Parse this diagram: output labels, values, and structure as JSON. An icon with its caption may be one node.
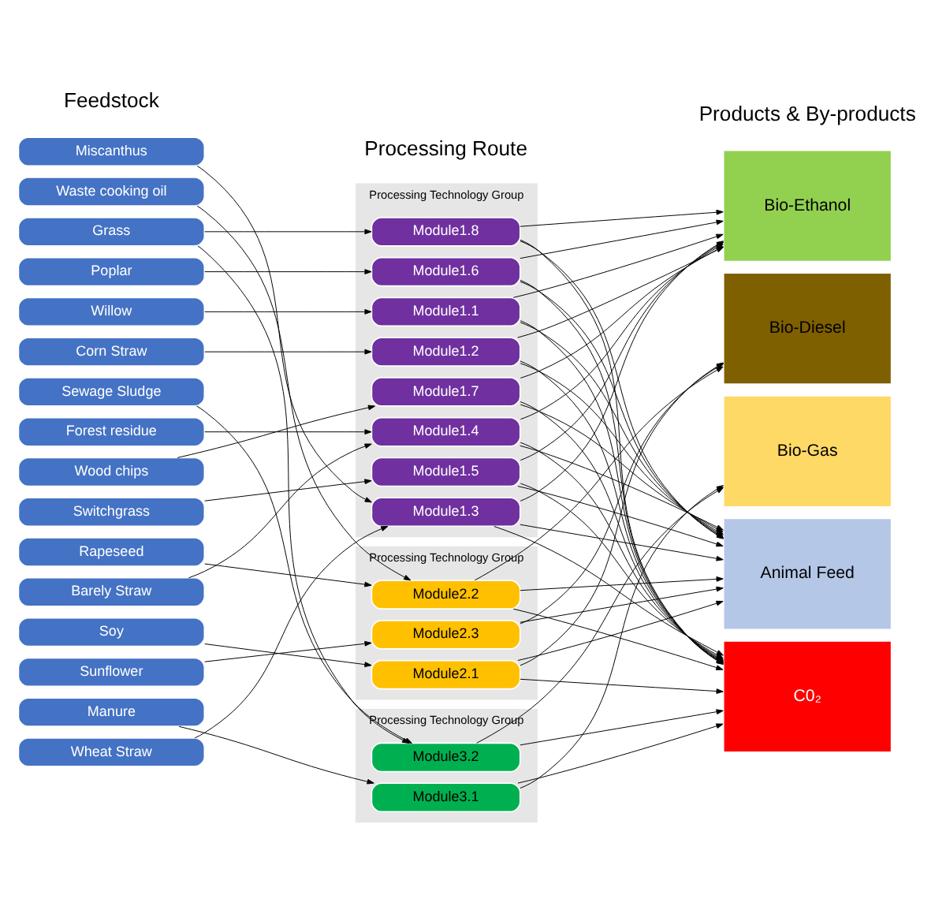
{
  "diagram": {
    "nodes": [
      {
        "text": [
          "Miscanthus"
        ]
      },
      {
        "text": [
          "Waste cooking oil"
        ]
      },
      {
        "text": [
          "Grass"
        ]
      },
      {
        "text": [
          "Poplar"
        ]
      },
      {
        "text": [
          "Willow"
        ]
      },
      {
        "text": [
          "Corn Straw"
        ]
      },
      {
        "text": [
          "Sewage Sludge"
        ]
      },
      {
        "text": [
          "Forest residue"
        ]
      },
      {
        "text": [
          "Wood chips"
        ]
      },
      {
        "text": [
          "Switchgrass"
        ]
      },
      {
        "text": [
          "Rapeseed"
        ]
      },
      {
        "text": [
          "Barely Straw"
        ]
      },
      {
        "text": [
          "Soy"
        ]
      },
      {
        "text": [
          "Sunflower"
        ]
      },
      {
        "text": [
          "Manure"
        ]
      },
      {
        "text": [
          "Wheat Straw"
        ]
      },
      {
        "text": [
          "Processing Technology Group"
        ]
      },
      {
        "text": [
          "Module1.1"
        ],
        "in": 16
      },
      {
        "text": [
          "Module1.2"
        ],
        "in": 16
      },
      {
        "text": [
          "Module1.3"
        ],
        "in": 16
      },
      {
        "text": [
          "Module1.4"
        ],
        "in": 16
      },
      {
        "text": [
          "Module1.5"
        ],
        "in": 16
      },
      {
        "text": [
          "Module1.6"
        ],
        "in": 16
      },
      {
        "text": [
          "Module1.7"
        ],
        "in": 16
      },
      {
        "text": [
          "Module1.8"
        ],
        "in": 16
      },
      {
        "text": [
          "Processing Technology Group"
        ]
      },
      {
        "text": [
          "Module2.1"
        ],
        "in": 25
      },
      {
        "text": [
          "Module2.2"
        ],
        "in": 25
      },
      {
        "text": [
          "Module2.3"
        ],
        "in": 25
      },
      {
        "text": [
          "Processing Technology Group"
        ]
      },
      {
        "text": [
          "Module3.1"
        ],
        "in": 29
      },
      {
        "text": [
          "Module3.2"
        ],
        "in": 29
      },
      {
        "text": [
          "Bio-Ethanol"
        ]
      },
      {
        "text": [
          "Bio-Diesel"
        ]
      },
      {
        "text": [
          "Bio-Gas"
        ]
      },
      {
        "text": [
          "Animal Feed"
        ]
      },
      {
        "text": [
          "C0₂"
        ]
      }
    ],
    "edges": [
      {
        "from": 0,
        "to": 19,
        "arrow": "to"
      },
      {
        "from": 1,
        "to": 27,
        "arrow": "to"
      },
      {
        "from": 2,
        "to": 24,
        "arrow": "to"
      },
      {
        "from": 2,
        "to": 31,
        "arrow": "to"
      },
      {
        "from": 3,
        "to": 22,
        "arrow": "to"
      },
      {
        "from": 4,
        "to": 17,
        "arrow": "to"
      },
      {
        "from": 5,
        "to": 18,
        "arrow": "to"
      },
      {
        "from": 6,
        "to": 31,
        "arrow": "to"
      },
      {
        "from": 7,
        "to": 20,
        "arrow": "to"
      },
      {
        "from": 8,
        "to": 23,
        "arrow": "to"
      },
      {
        "from": 9,
        "to": 21,
        "arrow": "to"
      },
      {
        "from": 10,
        "to": 27,
        "arrow": "to"
      },
      {
        "from": 11,
        "to": 20,
        "arrow": "to"
      },
      {
        "from": 12,
        "to": 26,
        "arrow": "to"
      },
      {
        "from": 13,
        "to": 28,
        "arrow": "to"
      },
      {
        "from": 14,
        "to": 30,
        "arrow": "to"
      },
      {
        "from": 15,
        "to": 19,
        "arrow": "to"
      },
      {
        "from": 17,
        "to": 32,
        "arrow": "to"
      },
      {
        "from": 17,
        "to": 35,
        "arrow": "to"
      },
      {
        "from": 17,
        "to": 36,
        "arrow": "to"
      },
      {
        "from": 18,
        "to": 32,
        "arrow": "to"
      },
      {
        "from": 18,
        "to": 35,
        "arrow": "to"
      },
      {
        "from": 18,
        "to": 36,
        "arrow": "to"
      },
      {
        "from": 19,
        "to": 32,
        "arrow": "to"
      },
      {
        "from": 19,
        "to": 35,
        "arrow": "to"
      },
      {
        "from": 19,
        "to": 36,
        "arrow": "to"
      },
      {
        "from": 20,
        "to": 32,
        "arrow": "to"
      },
      {
        "from": 20,
        "to": 35,
        "arrow": "to"
      },
      {
        "from": 20,
        "to": 36,
        "arrow": "to"
      },
      {
        "from": 21,
        "to": 32,
        "arrow": "to"
      },
      {
        "from": 21,
        "to": 35,
        "arrow": "to"
      },
      {
        "from": 21,
        "to": 36,
        "arrow": "to"
      },
      {
        "from": 22,
        "to": 32,
        "arrow": "to"
      },
      {
        "from": 22,
        "to": 35,
        "arrow": "to"
      },
      {
        "from": 22,
        "to": 36,
        "arrow": "to"
      },
      {
        "from": 23,
        "to": 32,
        "arrow": "to"
      },
      {
        "from": 23,
        "to": 35,
        "arrow": "to"
      },
      {
        "from": 23,
        "to": 36,
        "arrow": "to"
      },
      {
        "from": 24,
        "to": 32,
        "arrow": "to"
      },
      {
        "from": 24,
        "to": 35,
        "arrow": "to"
      },
      {
        "from": 24,
        "to": 36,
        "arrow": "to"
      },
      {
        "from": 26,
        "to": 33,
        "arrow": "to"
      },
      {
        "from": 26,
        "to": 35,
        "arrow": "to"
      },
      {
        "from": 26,
        "to": 36,
        "arrow": "to"
      },
      {
        "from": 27,
        "to": 33,
        "arrow": "to"
      },
      {
        "from": 27,
        "to": 35,
        "arrow": "to"
      },
      {
        "from": 27,
        "to": 36,
        "arrow": "to"
      },
      {
        "from": 28,
        "to": 33,
        "arrow": "to"
      },
      {
        "from": 28,
        "to": 35,
        "arrow": "to"
      },
      {
        "from": 30,
        "to": 34,
        "arrow": "to"
      },
      {
        "from": 30,
        "to": 36,
        "arrow": "to"
      },
      {
        "from": 31,
        "to": 34,
        "arrow": "to"
      },
      {
        "from": 31,
        "to": 36,
        "arrow": "to"
      }
    ],
    "labels": [
      "Feedstock",
      "Processing Route",
      "Products & By-products"
    ]
  }
}
